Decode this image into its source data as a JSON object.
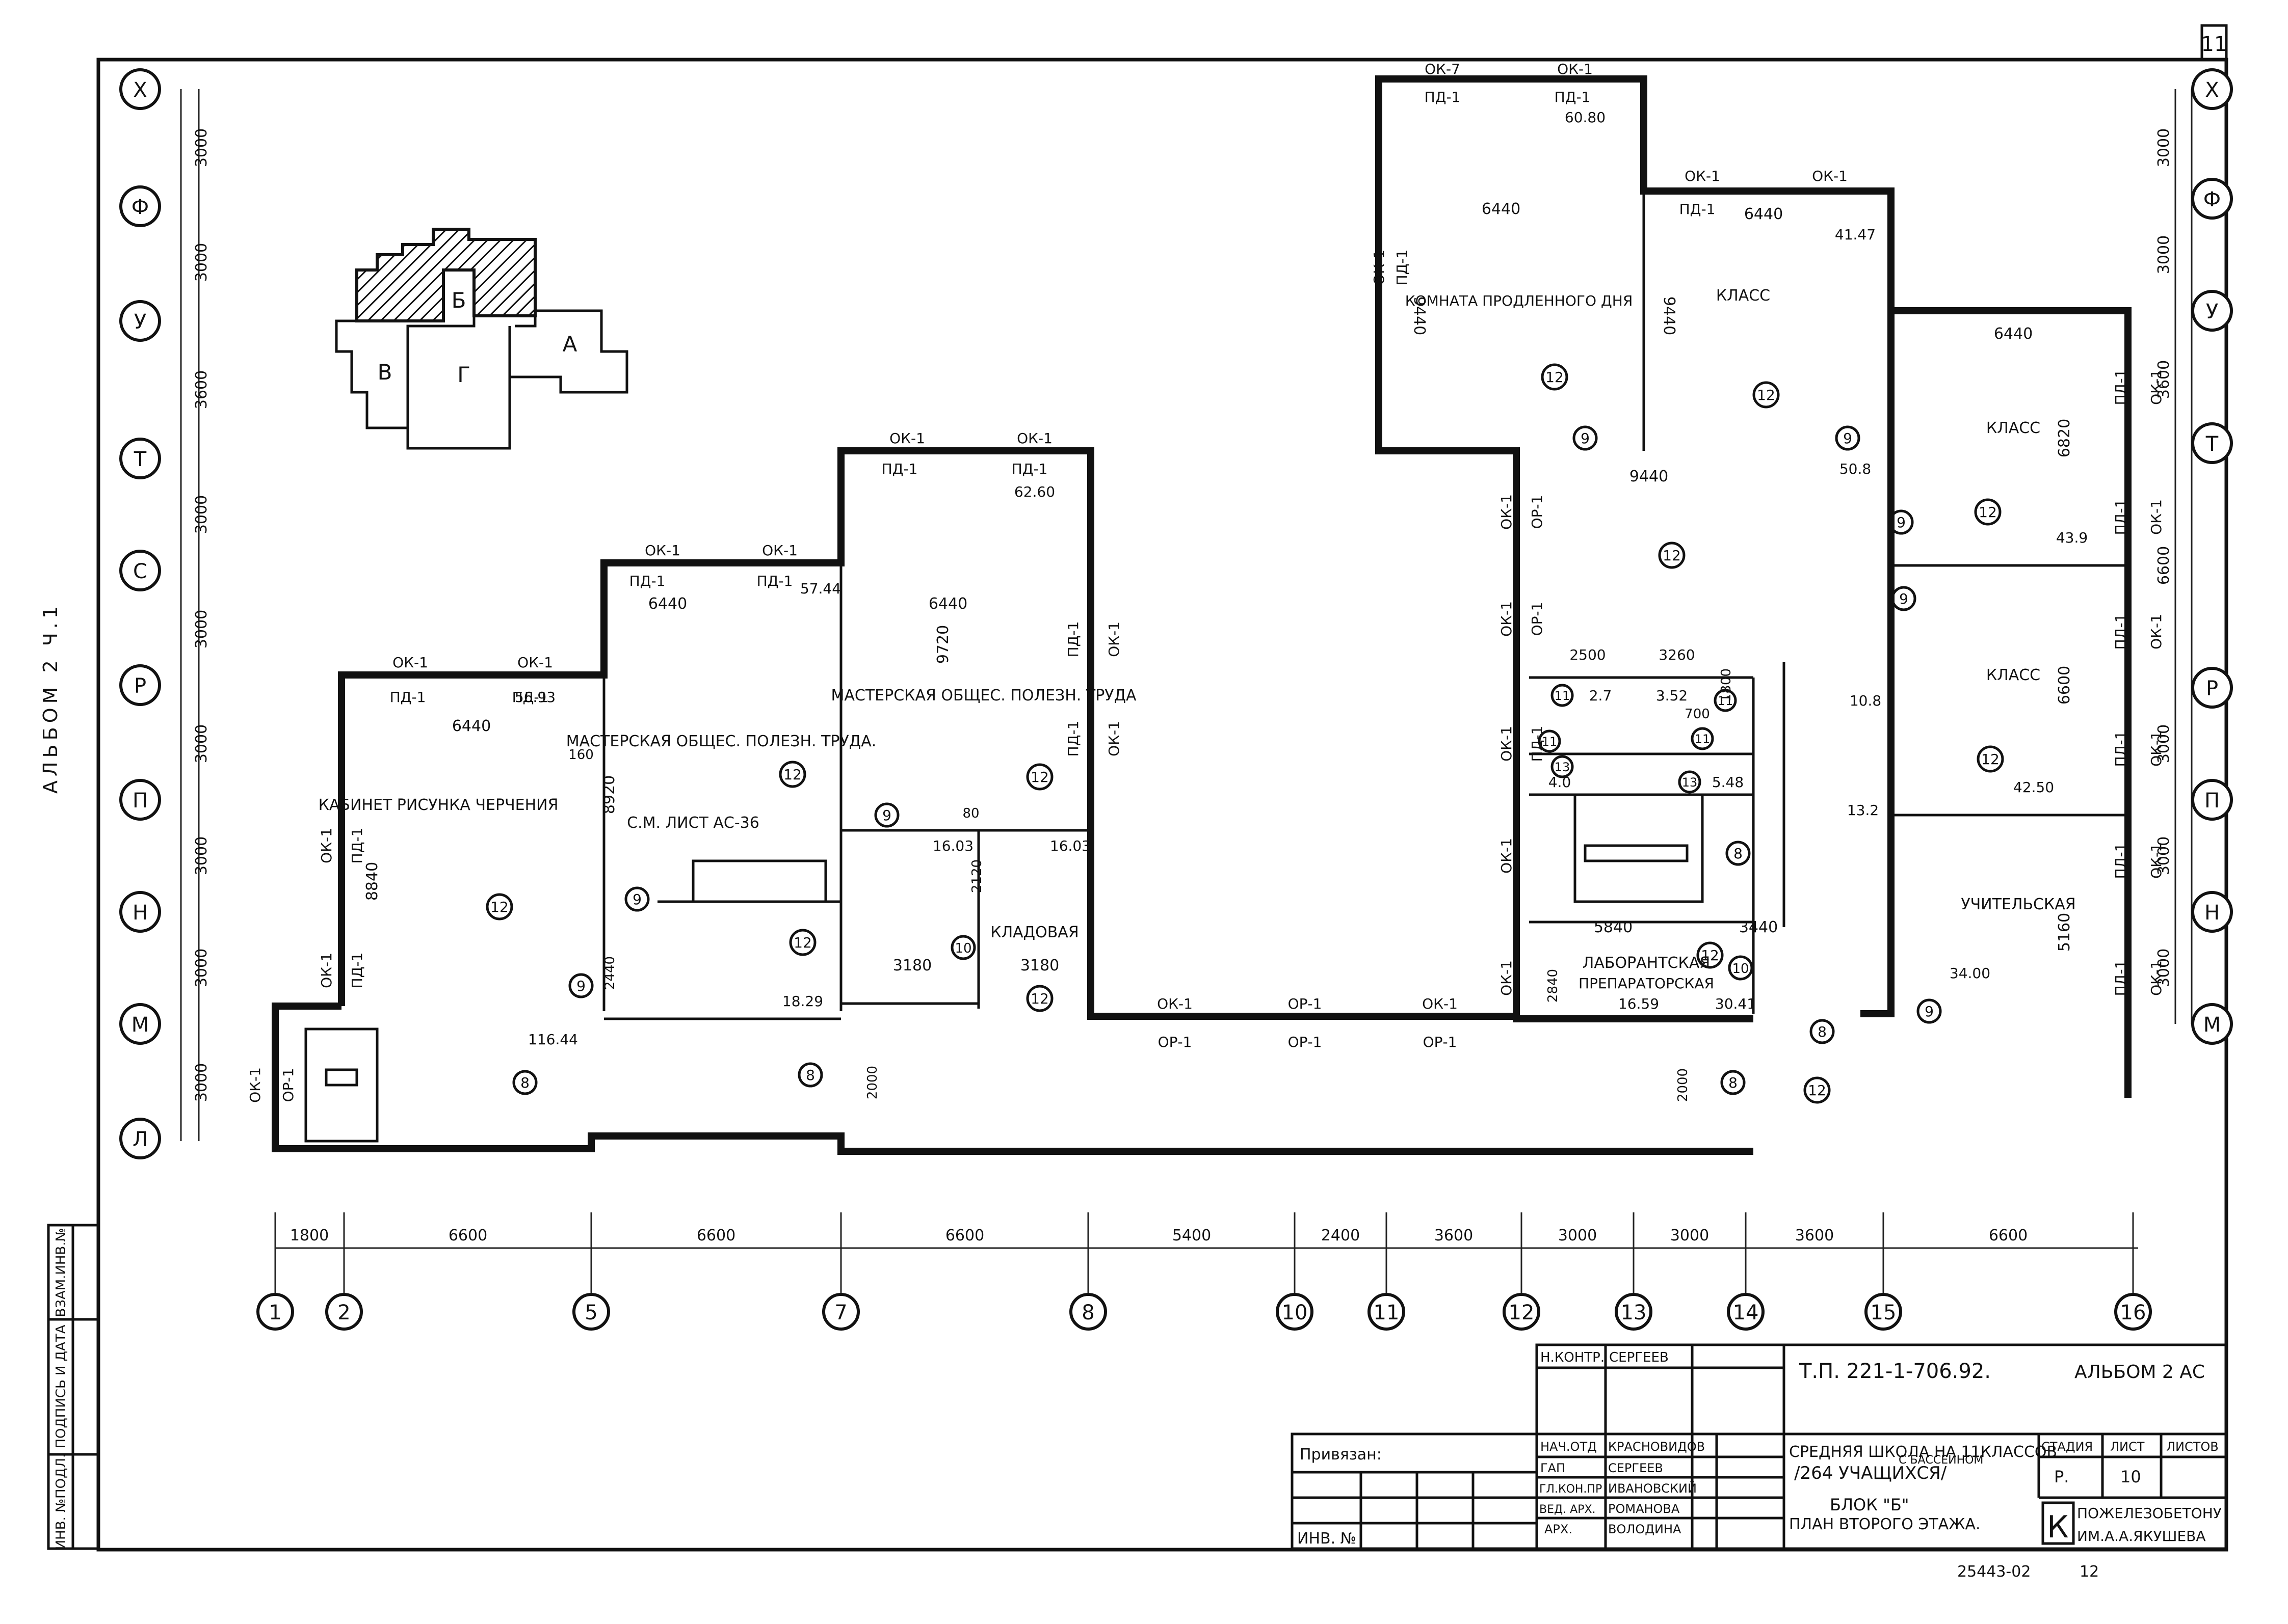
{
  "sheet": {
    "number": "11",
    "album_side": "АЛЬБОМ 2 Ч.1"
  },
  "grid": {
    "rows": [
      "Х",
      "Ф",
      "У",
      "Т",
      "С",
      "Р",
      "П",
      "Н",
      "М",
      "Л"
    ],
    "row_dims_left": [
      "3000",
      "3000",
      "3600",
      "3000",
      "3000",
      "3000",
      "3000",
      "3000",
      "3000"
    ],
    "row_dims_right": [
      "3000",
      "3000",
      "3600",
      "6600",
      "3000",
      "3000",
      "3000"
    ],
    "cols": [
      "1",
      "2",
      "5",
      "7",
      "8",
      "10",
      "11",
      "12",
      "13",
      "14",
      "15",
      "16"
    ],
    "col_dims": [
      "1800",
      "6600",
      "6600",
      "6600",
      "5400",
      "2400",
      "3600",
      "3000",
      "3000",
      "3600",
      "6600"
    ]
  },
  "key_plan": {
    "blocks": [
      "Б",
      "В",
      "Г",
      "А"
    ]
  },
  "rooms": {
    "kabinet": "КАБИНЕТ РИСУНКА ЧЕРЧЕНИЯ",
    "masterskaya1": "МАСТЕРСКАЯ ОБЩЕС. ПОЛЕЗН. ТРУДА.",
    "masterskaya2": "МАСТЕРСКАЯ ОБЩЕС. ПОЛЕЗН. ТРУДА",
    "sm_list": "С.М. ЛИСТ АС-36",
    "kladovaya": "КЛАДОВАЯ",
    "komnata": "КОМНАТА ПРОДЛЕННОГО ДНЯ",
    "klass1": "КЛАСС",
    "klass2": "КЛАСС",
    "klass3": "КЛАСС",
    "uchitelskaya": "УЧИТЕЛЬСКАЯ",
    "laboratory": "ЛАБОРАНТСКАЯ",
    "preparatory": "ПРЕПАРАТОРСКАЯ"
  },
  "window_tags": {
    "ok1": "ОК-1",
    "ok7": "ОК-7",
    "pd1": "ПД-1",
    "or1": "ОР-1"
  },
  "areas": [
    "56.93",
    "57.44",
    "62.60",
    "60.80",
    "41.47",
    "43.9",
    "42.50",
    "34.00",
    "16.03",
    "16.03",
    "18.29",
    "116.44",
    "16.59",
    "30.41",
    "10.8",
    "13.2",
    "50.8",
    "2.7",
    "3.52",
    "4.0",
    "5.48"
  ],
  "room_dims": [
    "6440",
    "6440",
    "6440",
    "6440",
    "6440",
    "6440",
    "9440",
    "9440",
    "9440",
    "8840",
    "8920",
    "9720",
    "6820",
    "6600",
    "5160",
    "3180",
    "3180",
    "2500",
    "3260",
    "5840",
    "3440",
    "2840",
    "2440",
    "2120",
    "2000",
    "2000",
    "160",
    "80",
    "700",
    "1800"
  ],
  "markers": [
    "12",
    "9",
    "8",
    "10",
    "11",
    "13"
  ],
  "title_block": {
    "n_kontr_label": "Н.КОНТР.",
    "n_kontr_name": "СЕРГЕЕВ",
    "nach_otd_label": "НАЧ.ОТД",
    "nach_otd_name": "КРАСНОВИДОВ",
    "gap_label": "ГАП",
    "gap_name": "СЕРГЕЕВ",
    "gl_kon_label": "ГЛ.КОН.ПР",
    "gl_kon_name": "ИВАНОВСКИЙ",
    "ved_arh_label": "ВЕД. АРХ.",
    "ved_arh_name": "РОМАНОВА",
    "arh_label": "АРХ.",
    "arh_name": "ВОЛОДИНА",
    "privyazan": "Привязан:",
    "inv_no": "ИНВ. №",
    "project_code": "Т.П. 221-1-706.92.",
    "album": "АЛЬБОМ 2 АС",
    "school_line1": "СРЕДНЯЯ ШКОЛА НА 11КЛАССОВ",
    "school_line1b": "С БАССЕЙНОМ",
    "school_line2": "/264 УЧАЩИХСЯ/",
    "block": "БЛОК \"Б\"",
    "plan_name": "ПЛАН ВТОРОГО ЭТАЖА.",
    "stage_label": "СТАДИЯ",
    "sheet_label": "ЛИСТ",
    "sheets_label": "ЛИСТОВ",
    "stage": "Р.",
    "sheet": "10",
    "org_line1": "ПОЖЕЛЕЗОБЕТОНУ",
    "org_line2": "ИМ.А.А.ЯКУШЕВА",
    "archive_no": "25443-02",
    "archive_sheet": "12"
  },
  "side_stamp": {
    "inv_podl": "ИНВ. №ПОДЛ.",
    "podpis": "ПОДПИСЬ И ДАТА",
    "vzam": "ВЗАМ.ИНВ.№"
  }
}
